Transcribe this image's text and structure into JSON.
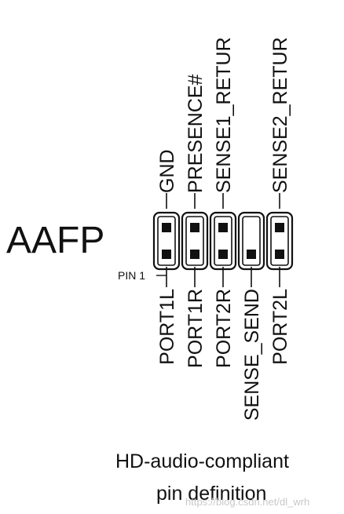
{
  "header": {
    "name": "AAFP",
    "pin1_label": "PIN 1"
  },
  "top_pins": [
    {
      "label": "GND"
    },
    {
      "label": "PRESENCE#"
    },
    {
      "label": "SENSE1_RETUR"
    },
    {
      "label": ""
    },
    {
      "label": "SENSE2_RETUR"
    }
  ],
  "bottom_pins": [
    {
      "label": "PORT1L"
    },
    {
      "label": "PORT1R"
    },
    {
      "label": "PORT2R"
    },
    {
      "label": "SENSE_SEND"
    },
    {
      "label": "PORT2L"
    }
  ],
  "caption": {
    "line1": "HD-audio-compliant",
    "line2": "pin definition"
  },
  "watermark": "https://blog.csdn.net/dl_wrh",
  "colors": {
    "ink": "#111111",
    "background": "#ffffff",
    "watermark": "#c8c8c8"
  }
}
